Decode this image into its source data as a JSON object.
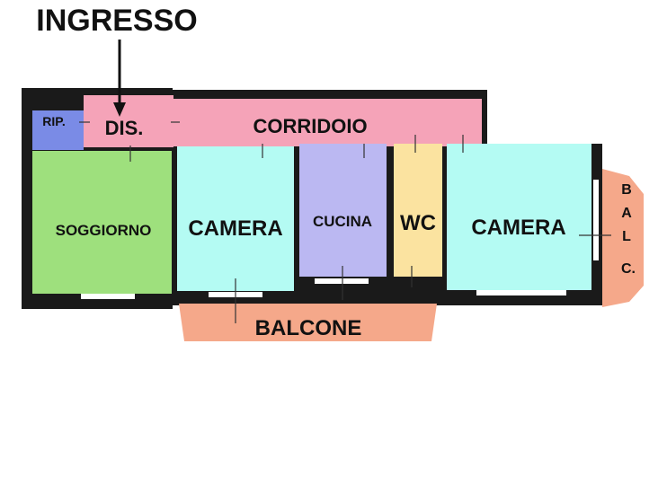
{
  "entrance_label": "INGRESSO",
  "rooms": {
    "rip": {
      "label": "RIP.",
      "color": "#7a8be6"
    },
    "dis": {
      "label": "DIS.",
      "color": "#f5a3b8"
    },
    "corridoio": {
      "label": "CORRIDOIO",
      "color": "#f5a3b8"
    },
    "soggiorno": {
      "label": "SOGGIORNO",
      "color": "#9ee07d"
    },
    "camera_1": {
      "label": "CAMERA",
      "color": "#b4fbf3"
    },
    "cucina": {
      "label": "CUCINA",
      "color": "#bbb8f2"
    },
    "wc": {
      "label": "WC",
      "color": "#fbe3a0"
    },
    "camera_2": {
      "label": "CAMERA",
      "color": "#b4fbf3"
    },
    "balcone": {
      "label": "BALCONE",
      "color": "#f5a88a"
    },
    "balc_side": {
      "letters": [
        "B",
        "A",
        "L",
        "C."
      ],
      "color": "#f5a88a"
    }
  }
}
